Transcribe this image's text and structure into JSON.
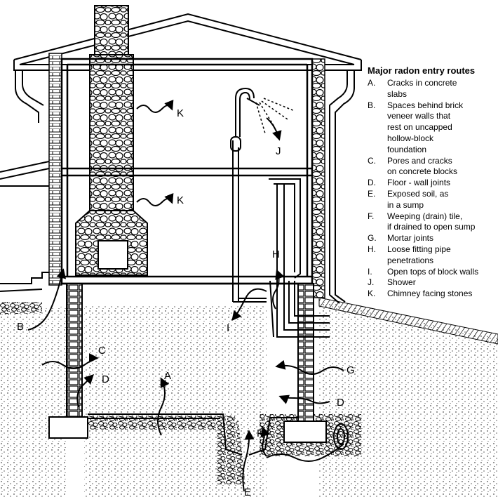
{
  "legend": {
    "title": "Major radon entry routes",
    "items": [
      {
        "letter": "A.",
        "text": "Cracks in concrete\nslabs"
      },
      {
        "letter": "B.",
        "text": "Spaces behind brick\nveneer walls that\nrest on uncapped\nhollow-block\nfoundation"
      },
      {
        "letter": "C.",
        "text": "Pores and cracks\non concrete blocks"
      },
      {
        "letter": "D.",
        "text": "Floor - wall joints"
      },
      {
        "letter": "E.",
        "text": "Exposed soil, as\nin a sump"
      },
      {
        "letter": "F.",
        "text": "Weeping (drain) tile,\nif drained to open sump"
      },
      {
        "letter": "G.",
        "text": "Mortar joints"
      },
      {
        "letter": "H.",
        "text": "Loose fitting pipe\npenetrations"
      },
      {
        "letter": "I.",
        "text": "Open tops of block walls"
      },
      {
        "letter": "J.",
        "text": "Shower"
      },
      {
        "letter": "K.",
        "text": "Chimney facing stones"
      }
    ]
  },
  "labels": {
    "A": "A",
    "B": "B",
    "C": "C",
    "D1": "D",
    "D2": "D",
    "E": "E",
    "F": "F",
    "G": "G",
    "H": "H",
    "I": "I",
    "J": "J",
    "K1": "K",
    "K2": "K"
  },
  "colors": {
    "ink": "#000000",
    "paper": "#ffffff"
  }
}
